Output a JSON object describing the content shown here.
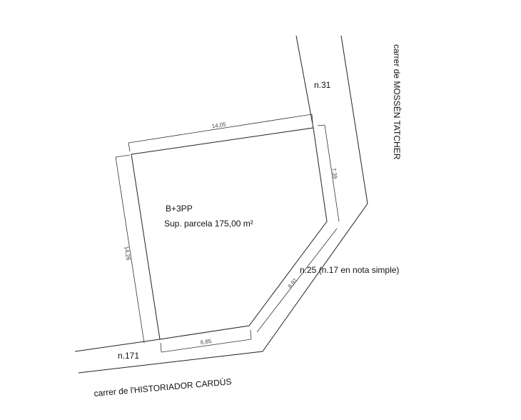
{
  "parcel": {
    "zoning": "B+3PP",
    "area_label": "Sup. parcela 175,00 m²"
  },
  "dimensions": {
    "top": "14,05",
    "left": "14,26",
    "right": "7,39",
    "diagonal": "8,91",
    "bottom": "6,85"
  },
  "neighbors": {
    "north_east": "n.31",
    "south_east": "n.25 (n.17 en nota simple)",
    "south_west": "n.171"
  },
  "streets": {
    "east": "carrer de MOSSÈN TATCHER",
    "south": "carrer de l'HISTORIADOR CARDÚS"
  }
}
